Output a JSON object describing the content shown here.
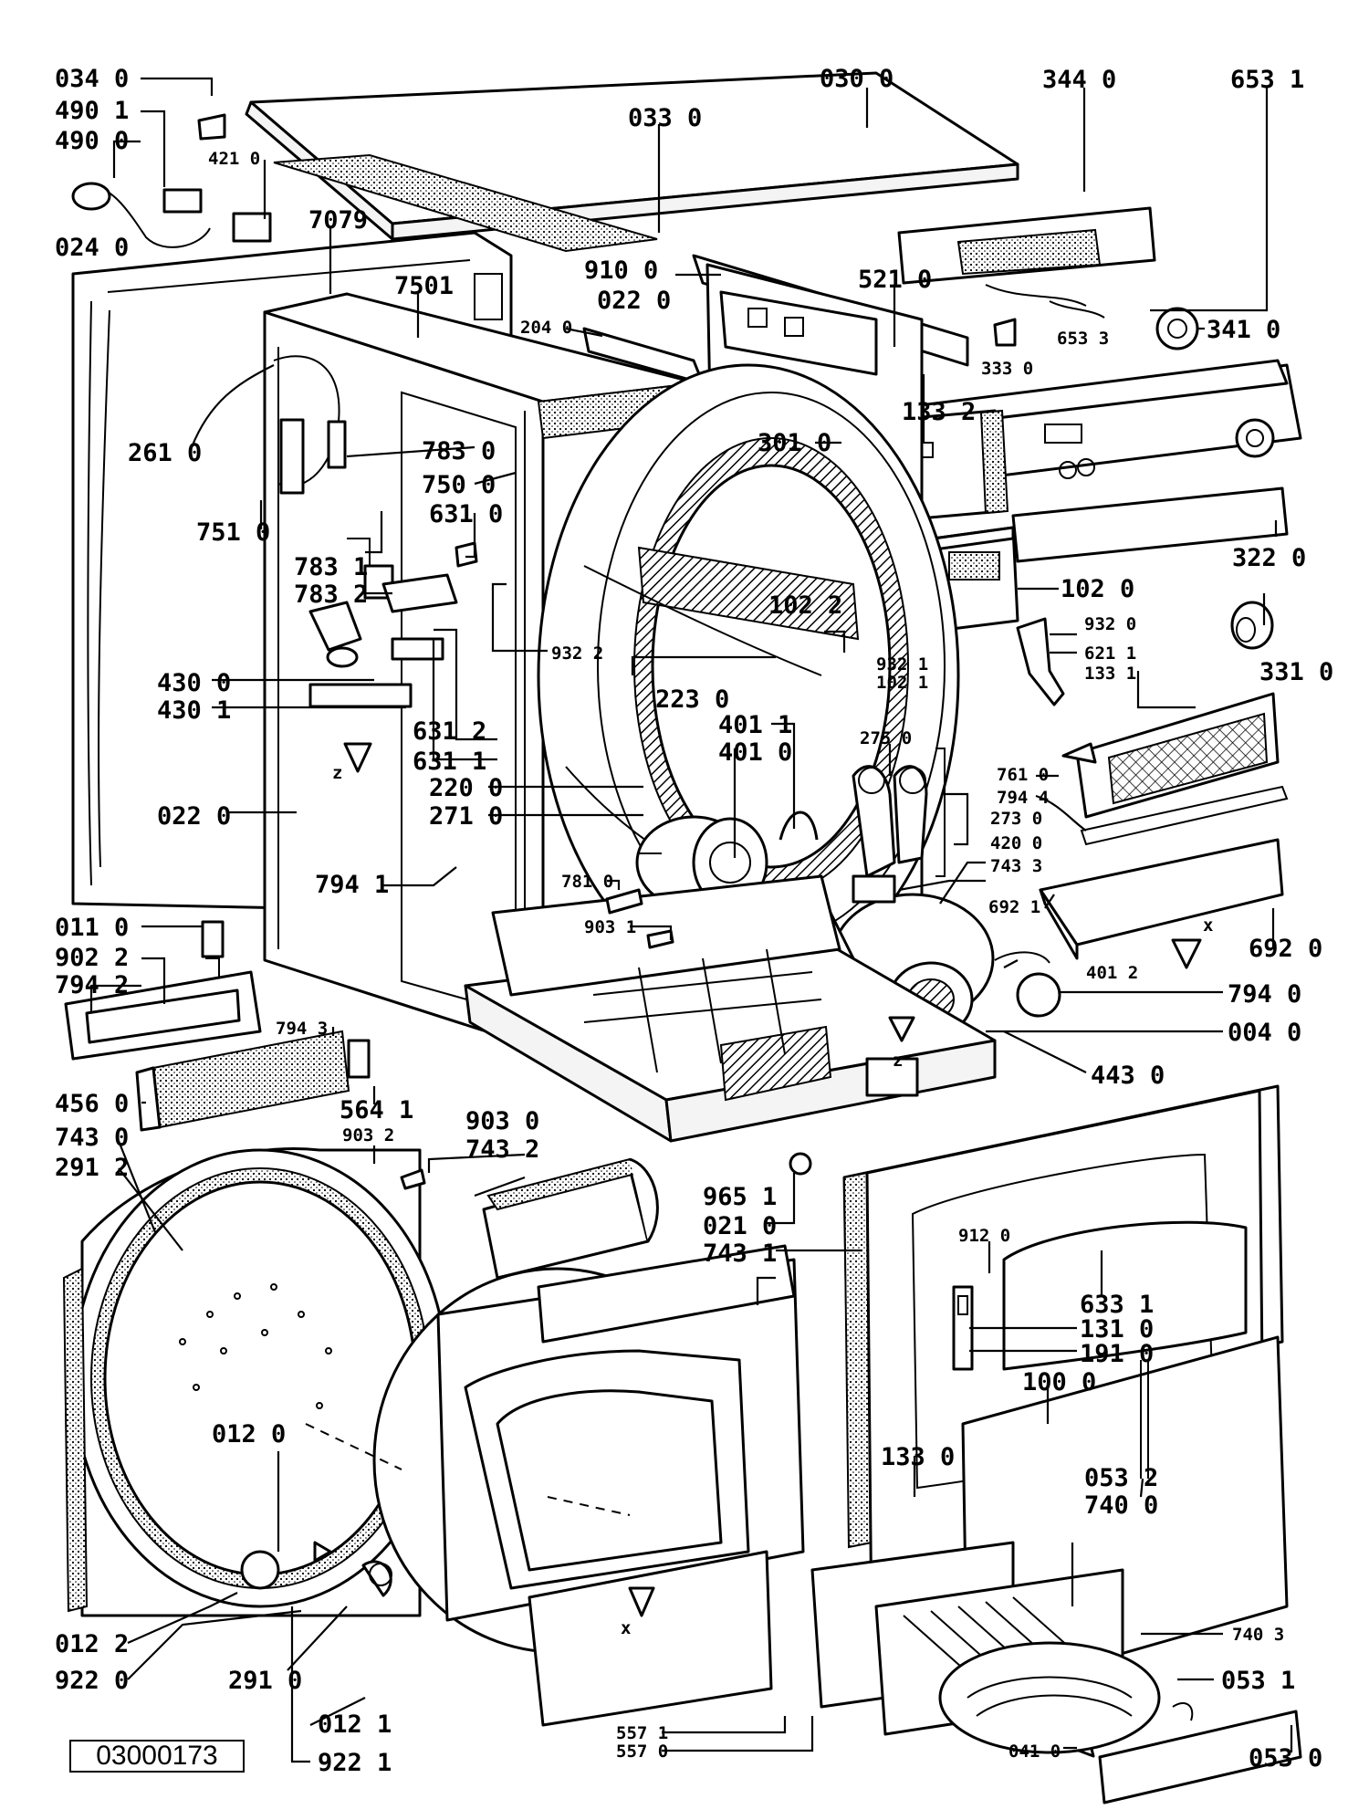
{
  "diagram": {
    "reference_code": "03000173",
    "part_labels": {
      "p0340": "034 0",
      "p4901": "490 1",
      "p4900": "490 0",
      "p4210": "421 0",
      "p0240": "024 0",
      "p7079": "7079",
      "p0300": "030 0",
      "p0330": "033 0",
      "p3440": "344 0",
      "p6531": "653 1",
      "p9100": "910 0",
      "p0220a": "022 0",
      "p5210": "521 0",
      "p7501": "7501",
      "p2040": "204 0",
      "p6533": "653 3",
      "p3330": "333 0",
      "p3410": "341 0",
      "p1332": "133 2",
      "p3010": "301 0",
      "p2610": "261 0",
      "p7830": "783 0",
      "p7500": "750 0",
      "p7510": "751 0",
      "p6310": "631 0",
      "p3220": "322 0",
      "p7831": "783 1",
      "p7832": "783 2",
      "p1020": "102 0",
      "p1022": "102 2",
      "p9322": "932 2",
      "p9321": "932 1",
      "p1021": "102 1",
      "p9320": "932 0",
      "p6211": "621 1",
      "p1331": "133 1",
      "p3310": "331 0",
      "p4300": "430 0",
      "p4301": "430 1",
      "p2230": "223 0",
      "p6312": "631 2",
      "p6311": "631 1",
      "p4011": "401 1",
      "p4010": "401 0",
      "p2750": "275 0",
      "p2200": "220 0",
      "p2710": "271 0",
      "p0220b": "022 0",
      "p7610": "761 0",
      "p7944": "794 4",
      "p2730": "273 0",
      "p4200": "420 0",
      "p7433": "743 3",
      "p7941": "794 1",
      "p7810": "781 0",
      "p6921": "692 1",
      "p6920": "692 0",
      "p9031": "903 1",
      "p4012": "401 2",
      "p0110": "011 0",
      "p9022": "902 2",
      "p7942": "794 2",
      "p7940": "794 0",
      "p0040": "004 0",
      "p7943": "794 3",
      "p4430": "443 0",
      "p4560": "456 0",
      "p5641": "564 1",
      "p9032": "903 2",
      "p7430": "743 0",
      "p9030": "903 0",
      "p2912": "291 2",
      "p7432": "743 2",
      "p9651": "965 1",
      "p0210": "021 0",
      "p7431": "743 1",
      "p9120": "912 0",
      "p6331": "633 1",
      "p1310": "131 0",
      "p1910": "191 0",
      "p1000": "100 0",
      "p0120": "012 0",
      "p0532": "053 2",
      "p7400": "740 0",
      "p1330": "133 0",
      "p0122": "012 2",
      "p9220": "922 0",
      "p2910": "291 0",
      "p0121": "012 1",
      "p9221": "922 1",
      "p7403": "740 3",
      "p0531": "053 1",
      "p5571": "557 1",
      "p5570": "557 0",
      "p0410": "041 0",
      "p0530": "053 0"
    },
    "axis_markers": {
      "z1": "z",
      "z2": "z",
      "x1": "x",
      "x2": "x"
    }
  }
}
